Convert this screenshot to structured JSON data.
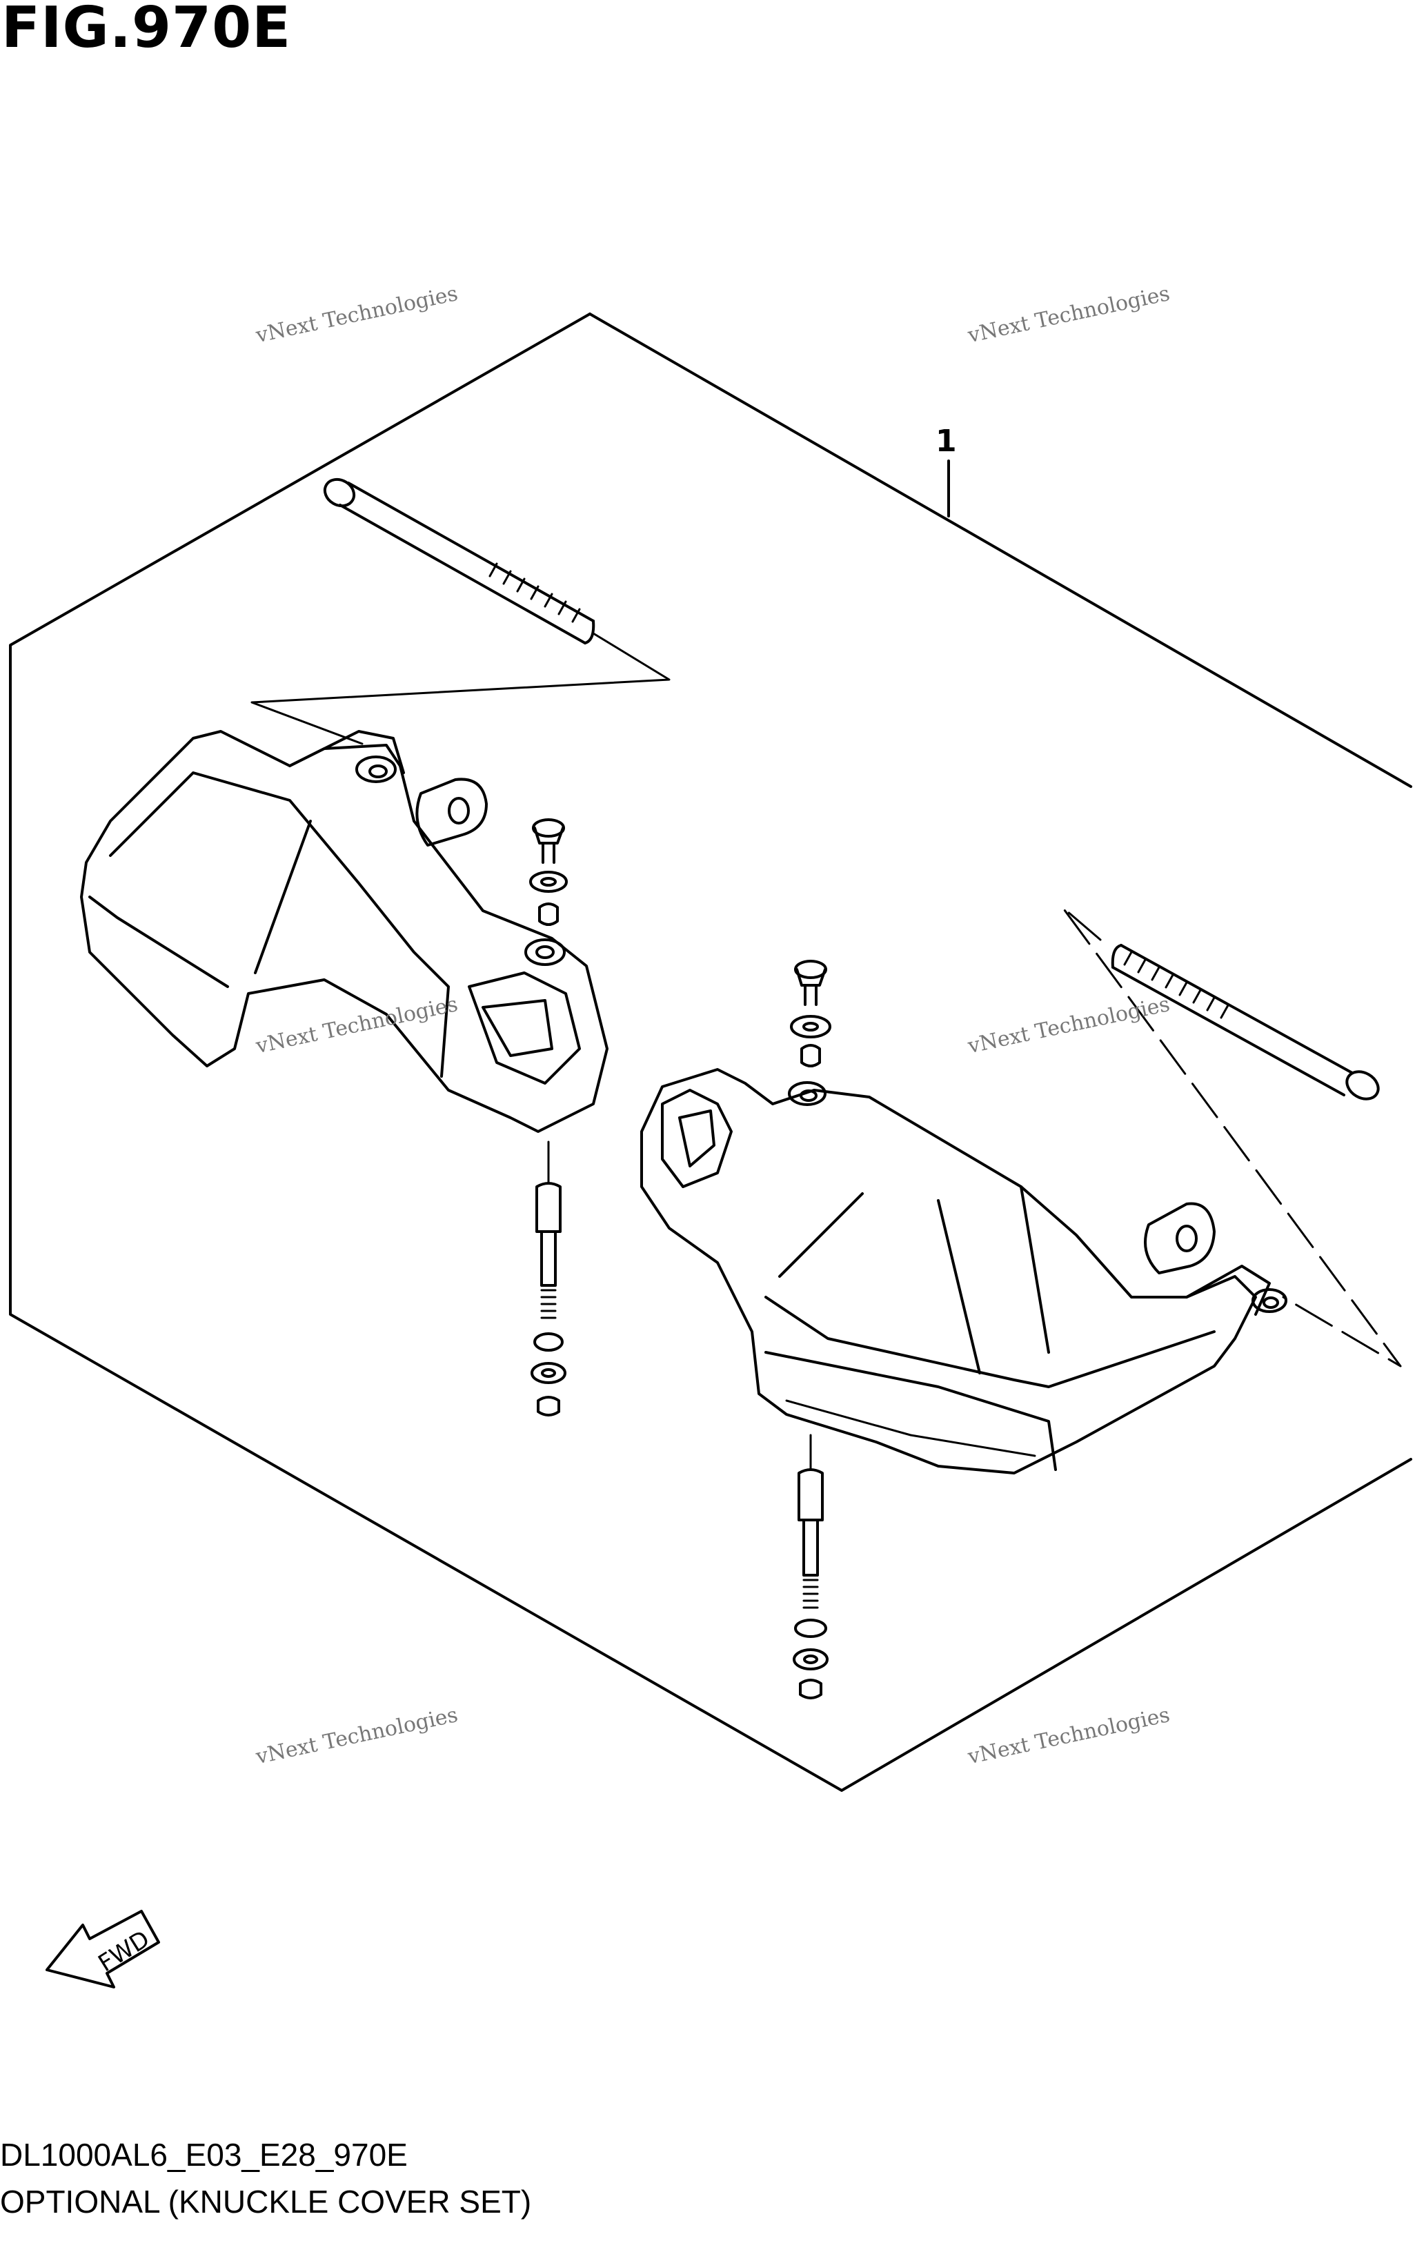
{
  "figure": {
    "title": "FIG.970E",
    "code": "DL1000AL6_E03_E28_970E",
    "caption": "OPTIONAL (KNUCKLE COVER SET)"
  },
  "callouts": [
    {
      "number": "1"
    }
  ],
  "fwd_arrow": {
    "label": "FWD",
    "icon": "fwd-arrow-icon"
  },
  "watermark": {
    "line1": "vNext Technologies",
    "line2": "vNext",
    "line3": "Technologies"
  },
  "colors": {
    "line": "#000000",
    "background": "#ffffff",
    "watermark": "#c8c8c8"
  }
}
